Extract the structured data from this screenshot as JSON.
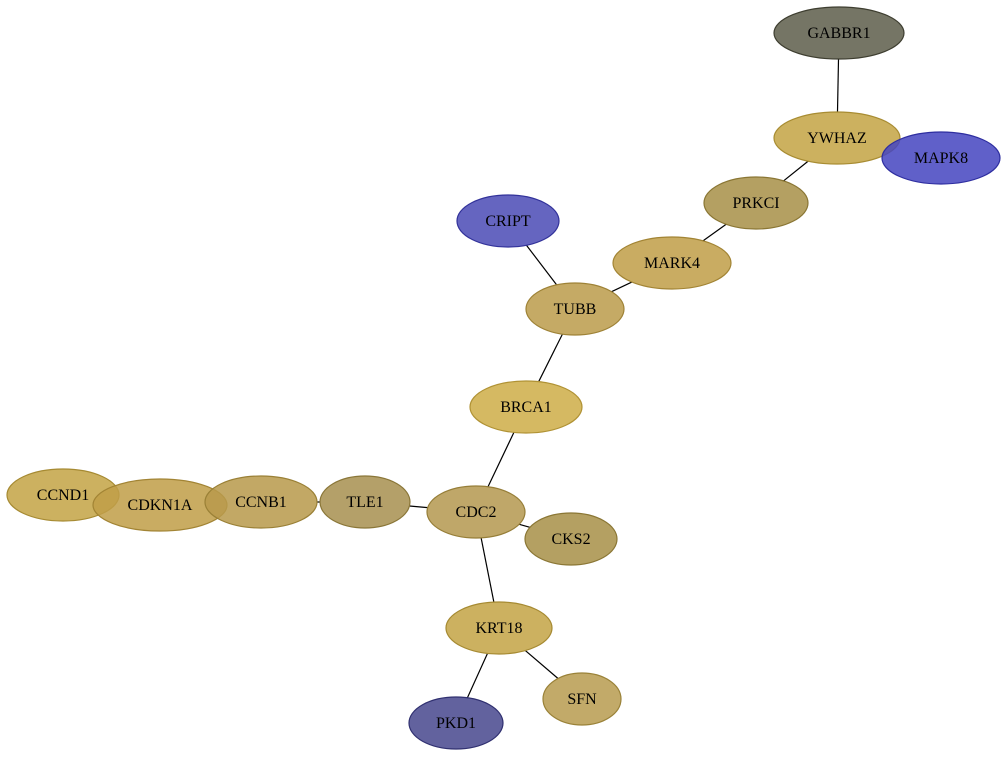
{
  "diagram": {
    "nodes": [
      {
        "id": "GABBR1",
        "label": "GABBR1",
        "fill": "#5e5e4c",
        "stroke": "#3e3e30"
      },
      {
        "id": "YWHAZ",
        "label": "YWHAZ",
        "fill": "#c4a445",
        "stroke": "#a88c32"
      },
      {
        "id": "MAPK8",
        "label": "MAPK8",
        "fill": "#4646c0",
        "stroke": "#2e2ea0"
      },
      {
        "id": "PRKCI",
        "label": "PRKCI",
        "fill": "#a89048",
        "stroke": "#8a7634"
      },
      {
        "id": "CRIPT",
        "label": "CRIPT",
        "fill": "#4c4cb6",
        "stroke": "#32329a"
      },
      {
        "id": "MARK4",
        "label": "MARK4",
        "fill": "#c09e48",
        "stroke": "#a28434"
      },
      {
        "id": "TUBB",
        "label": "TUBB",
        "fill": "#bc9c4c",
        "stroke": "#9e8236"
      },
      {
        "id": "BRCA1",
        "label": "BRCA1",
        "fill": "#cead48",
        "stroke": "#b09234"
      },
      {
        "id": "CCND1",
        "label": "CCND1",
        "fill": "#c4a446",
        "stroke": "#a68a32"
      },
      {
        "id": "CDKN1A",
        "label": "CDKN1A",
        "fill": "#c09e48",
        "stroke": "#a28434"
      },
      {
        "id": "CCNB1",
        "label": "CCNB1",
        "fill": "#b89a4c",
        "stroke": "#9a8036"
      },
      {
        "id": "TLE1",
        "label": "TLE1",
        "fill": "#a89050",
        "stroke": "#8a7638"
      },
      {
        "id": "CDC2",
        "label": "CDC2",
        "fill": "#b49850",
        "stroke": "#967e38"
      },
      {
        "id": "CKS2",
        "label": "CKS2",
        "fill": "#a89048",
        "stroke": "#8a7634"
      },
      {
        "id": "KRT18",
        "label": "KRT18",
        "fill": "#c4a446",
        "stroke": "#a68a32"
      },
      {
        "id": "SFN",
        "label": "SFN",
        "fill": "#b89c50",
        "stroke": "#9a8238"
      },
      {
        "id": "PKD1",
        "label": "PKD1",
        "fill": "#48488e",
        "stroke": "#303070"
      }
    ],
    "edges": [
      {
        "from": "GABBR1",
        "to": "YWHAZ"
      },
      {
        "from": "YWHAZ",
        "to": "PRKCI"
      },
      {
        "from": "PRKCI",
        "to": "MARK4"
      },
      {
        "from": "MARK4",
        "to": "TUBB"
      },
      {
        "from": "CRIPT",
        "to": "TUBB"
      },
      {
        "from": "TUBB",
        "to": "BRCA1"
      },
      {
        "from": "BRCA1",
        "to": "CDC2"
      },
      {
        "from": "TLE1",
        "to": "CDC2"
      },
      {
        "from": "CCNB1",
        "to": "TLE1"
      },
      {
        "from": "CDC2",
        "to": "CKS2"
      },
      {
        "from": "CDC2",
        "to": "KRT18"
      },
      {
        "from": "KRT18",
        "to": "SFN"
      },
      {
        "from": "KRT18",
        "to": "PKD1"
      }
    ]
  }
}
